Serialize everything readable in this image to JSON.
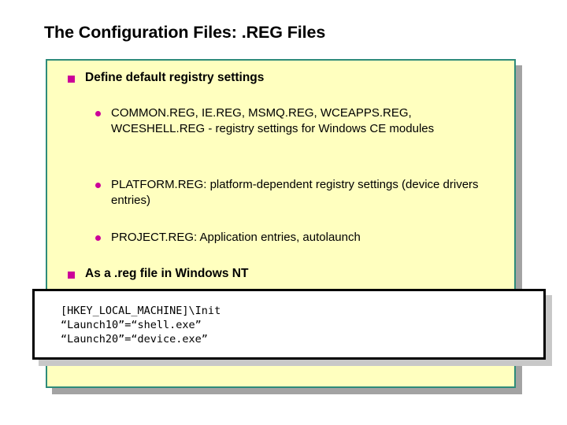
{
  "slide": {
    "title": "The Configuration Files: .REG Files",
    "accent_color": "#cc0099",
    "body_fill": "#ffffbf",
    "body_border": "#2e8b7a"
  },
  "content": {
    "bullets": [
      {
        "level": 1,
        "text": "Define default registry settings"
      },
      {
        "level": 2,
        "text": "COMMON.REG, IE.REG, MSMQ.REG, WCEAPPS.REG, WCESHELL.REG - registry settings for Windows CE modules"
      },
      {
        "level": 2,
        "text": "PLATFORM.REG: platform-dependent registry settings (device drivers entries)"
      },
      {
        "level": 2,
        "text": "PROJECT.REG: Application entries, autolaunch"
      },
      {
        "level": 1,
        "text": "As a .reg file in Windows NT"
      }
    ]
  },
  "code_callout": {
    "lines": [
      "[HKEY_LOCAL_MACHINE]\\Init",
      "“Launch10”=“shell.exe”",
      "“Launch20”=“device.exe”"
    ],
    "text": "[HKEY_LOCAL_MACHINE]\\Init\n“Launch10”=“shell.exe”\n“Launch20”=“device.exe”"
  }
}
